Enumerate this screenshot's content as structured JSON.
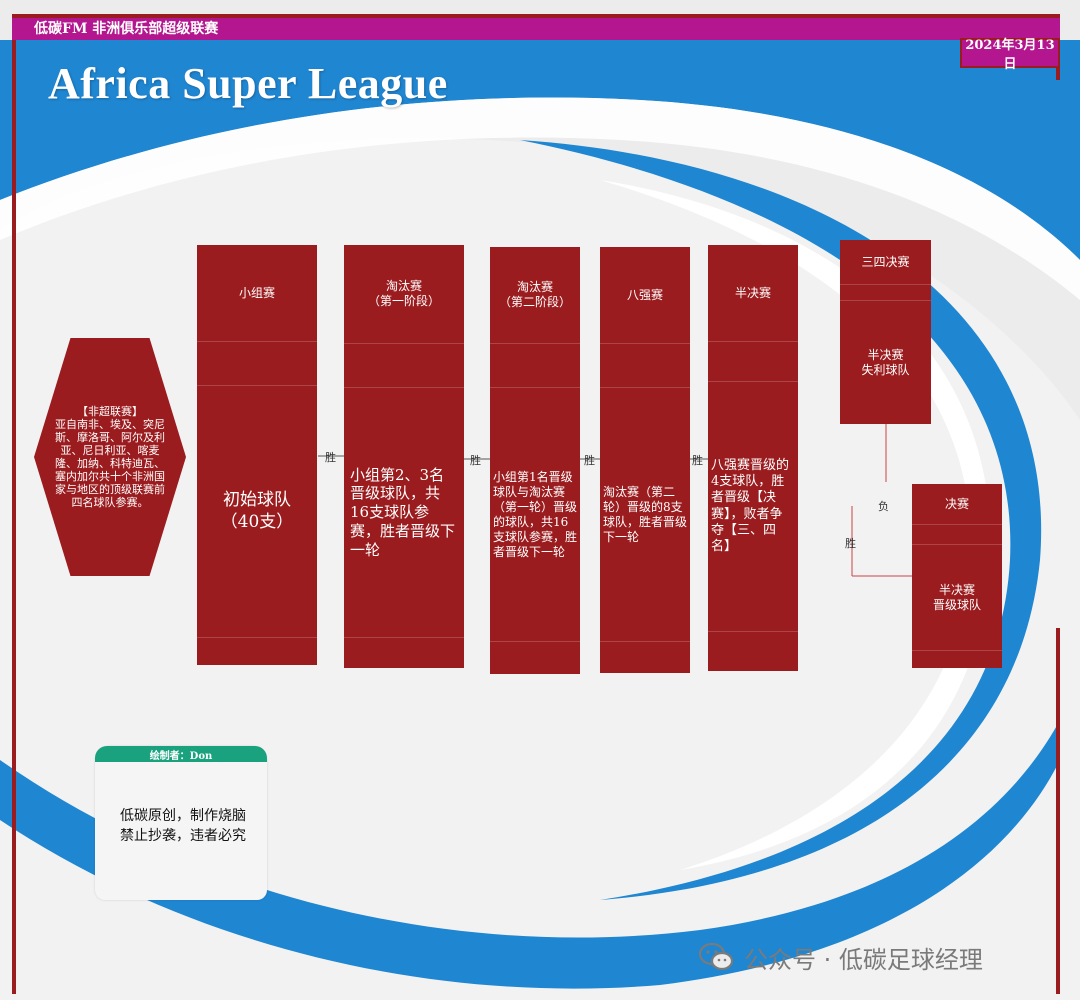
{
  "header": {
    "subtitle": "低碳FM 非洲俱乐部超级联赛",
    "date": "2024年3月13日",
    "title": "Africa Super League"
  },
  "intro": "【非超联赛】\n亚自南非、埃及、突尼斯、摩洛哥、阿尔及利亚、尼日利亚、喀麦隆、加纳、科特迪瓦、塞内加尔共十个非洲国家与地区的顶级联赛前四名球队参赛。",
  "stages": [
    {
      "head": "小组赛",
      "body": "初始球队\n（40支）"
    },
    {
      "head": "淘汰赛\n（第一阶段）",
      "body": "小组第2、3名晋级球队，共16支球队参赛，胜者晋级下一轮"
    },
    {
      "head": "淘汰赛\n（第二阶段）",
      "body": "小组第1名晋级球队与淘汰赛（第一轮）晋级的球队，共16支球队参赛，胜者晋级下一轮"
    },
    {
      "head": "八强赛",
      "body": "淘汰赛（第二轮）晋级的8支球队，胜者晋级下一轮"
    },
    {
      "head": "半决赛",
      "body": "八强赛晋级的4支球队，胜者晋级【决赛】，败者争夺【三、四名】"
    }
  ],
  "third_place": {
    "head": "三四决赛",
    "body": "半决赛\n失利球队"
  },
  "final": {
    "head": "决赛",
    "body": "半决赛\n晋级球队"
  },
  "connectors": {
    "win": "胜",
    "lose": "负"
  },
  "credit": {
    "head": "绘制者：Don",
    "text": "低碳原创，制作烧脑\n禁止抄袭，违者必究"
  },
  "footer": {
    "wechat": "公众号 · 低碳足球经理",
    "icon": "wechat-icon"
  },
  "colors": {
    "red": "#9b1c1f",
    "magenta": "#b3168e",
    "blue": "#1f86d2",
    "green": "#1aa27e"
  }
}
